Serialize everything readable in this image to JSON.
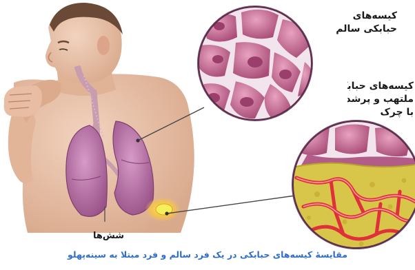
{
  "labels": {
    "healthy": [
      "کیسه‌های",
      "حبابکی سالم"
    ],
    "pneumonia": [
      "کیسه‌های حبابکی",
      "ملتهب و پرشده",
      "با چرک"
    ],
    "lungs": "شش‌ها"
  },
  "caption": "مقایسهٔ کیسه‌های حبابکی در یک فرد سالم و فرد مبتلا به سینه‌پهلو",
  "colors": {
    "skin": "#eac2aa",
    "lung": "#b572a4",
    "alveoli": "#c9799b",
    "pus": "#d8c64a",
    "capillary": "#e0303a",
    "caption": "#2f6fc8",
    "circle_rim": "#7a4a6a"
  }
}
